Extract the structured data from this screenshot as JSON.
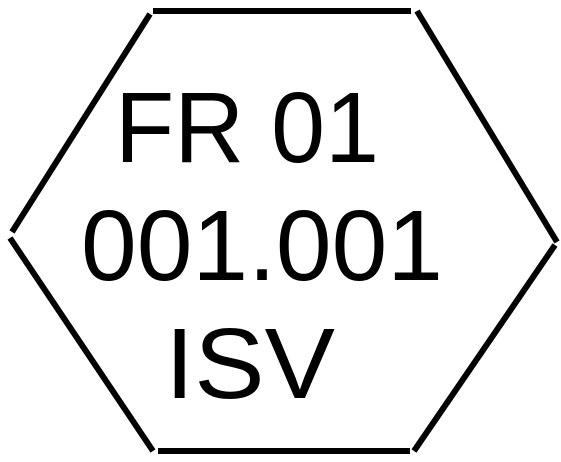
{
  "stamp": {
    "shape": "hexagon",
    "stroke_color": "#000000",
    "fill_color": "#ffffff",
    "text_color": "#000000",
    "lines": [
      "FR 01",
      "001.001",
      "ISV"
    ]
  }
}
